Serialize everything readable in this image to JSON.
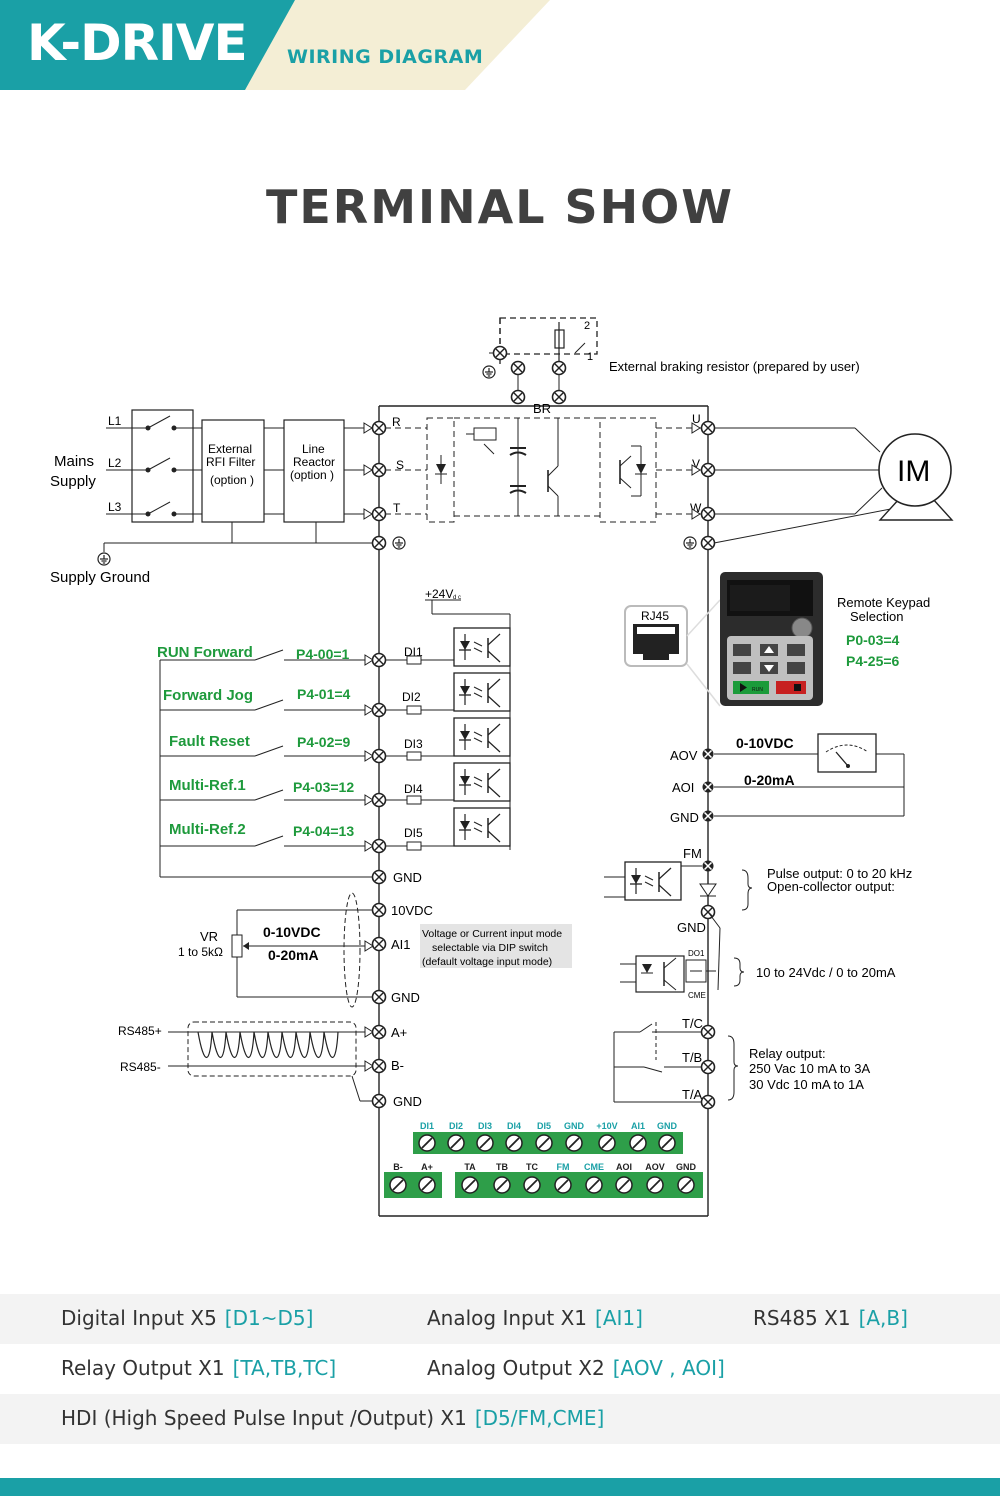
{
  "header": {
    "brand": "K-DRIVE",
    "subtitle": "WIRING DIAGRAM",
    "brand_color": "#1aa0a6",
    "accent_color": "#f4eed5"
  },
  "title": "TERMINAL  SHOW",
  "diagram": {
    "braking": {
      "num_2": "2",
      "num_1": "1",
      "label": "External braking resistor (prepared by user)",
      "br": "BR"
    },
    "mains": {
      "line1": "Mains",
      "line2": "Supply",
      "l1": "L1",
      "l2": "L2",
      "l3": "L3"
    },
    "rfi": {
      "line1": "External",
      "line2": "RFI Filter",
      "line3": "(option )"
    },
    "reactor": {
      "line1": "Line",
      "line2": "Reactor",
      "line3": "(option )"
    },
    "inputs_rst": [
      "R",
      "S",
      "T"
    ],
    "outputs_uvw": [
      "U",
      "V",
      "W"
    ],
    "motor": "IM",
    "supply_ground": "Supply Ground",
    "plus24": "+24V",
    "plus24_sub": "d c",
    "rj45": "RJ45",
    "keypad": {
      "line1": "Remote Keypad",
      "line2": "Selection",
      "p1": "P0-03=4",
      "p2": "P4-25=6",
      "run": "RUN"
    },
    "digital_inputs": [
      {
        "name": "RUN Forward",
        "param": "P4-00=1",
        "term": "DI1"
      },
      {
        "name": "Forward Jog",
        "param": "P4-01=4",
        "term": "DI2"
      },
      {
        "name": "Fault Reset",
        "param": "P4-02=9",
        "term": "DI3"
      },
      {
        "name": "Multi-Ref.1",
        "param": "P4-03=12",
        "term": "DI4"
      },
      {
        "name": "Multi-Ref.2",
        "param": "P4-04=13",
        "term": "DI5"
      }
    ],
    "gnd": "GND",
    "analog_out": {
      "aov": "AOV",
      "aoi": "AOI",
      "gnd": "GND",
      "v": "0-10VDC",
      "i": "0-20mA"
    },
    "pulse": {
      "fm": "FM",
      "gnd": "GND",
      "line1": "Pulse output: 0 to 20 kHz",
      "line2": "Open-collector output:"
    },
    "do1": {
      "do1": "DO1",
      "cme": "CME",
      "desc": "10 to 24Vdc / 0 to 20mA"
    },
    "relay": {
      "tc": "T/C",
      "tb": "T/B",
      "ta": "T/A",
      "line1": "Relay output:",
      "line2": "250 Vac 10 mA to 3A",
      "line3": "30 Vdc 10 mA to 1A"
    },
    "analog_in": {
      "vr": "VR",
      "vr_range": "1 to 5kΩ",
      "v": "0-10VDC",
      "i": "0-20mA",
      "t10v": "10VDC",
      "ai1": "AI1",
      "gnd": "GND",
      "note1": "Voltage or Current input mode",
      "note2": "selectable via DIP switch",
      "note3": "(default voltage input mode)"
    },
    "rs485": {
      "plus": "RS485+",
      "minus": "RS485-",
      "a": "A+",
      "b": "B-",
      "gnd": "GND"
    },
    "terminal_row1": [
      {
        "label": "DI1",
        "teal": true
      },
      {
        "label": "DI2",
        "teal": true
      },
      {
        "label": "DI3",
        "teal": true
      },
      {
        "label": "DI4",
        "teal": true
      },
      {
        "label": "DI5",
        "teal": true
      },
      {
        "label": "GND",
        "teal": true
      },
      {
        "label": "+10V",
        "teal": true
      },
      {
        "label": "AI1",
        "teal": true
      },
      {
        "label": "GND",
        "teal": true
      }
    ],
    "terminal_row2": [
      {
        "label": "B-",
        "teal": false
      },
      {
        "label": "A+",
        "teal": false
      },
      {
        "label": "TA",
        "teal": false
      },
      {
        "label": "TB",
        "teal": false
      },
      {
        "label": "TC",
        "teal": false
      },
      {
        "label": "FM",
        "teal": true
      },
      {
        "label": "CME",
        "teal": true
      },
      {
        "label": "AOI",
        "teal": false
      },
      {
        "label": "AOV",
        "teal": false
      },
      {
        "label": "GND",
        "teal": false
      }
    ],
    "terminal_green": "#2e9e49",
    "label_green": "#1e9a3c"
  },
  "features": {
    "row1": [
      {
        "name": "Digital Input X5",
        "code": "[D1~D5]"
      },
      {
        "name": "Analog Input X1",
        "code": "[AI1]"
      },
      {
        "name": "RS485 X1",
        "code": "[A,B]"
      }
    ],
    "row2": [
      {
        "name": "Relay Output X1",
        "code": "[TA,TB,TC]"
      },
      {
        "name": "Analog Output X2",
        "code": "[AOV , AOI]"
      }
    ],
    "row3": [
      {
        "name": "HDI (High Speed Pulse Input /Output) X1",
        "code": "[D5/FM,CME]"
      }
    ]
  }
}
